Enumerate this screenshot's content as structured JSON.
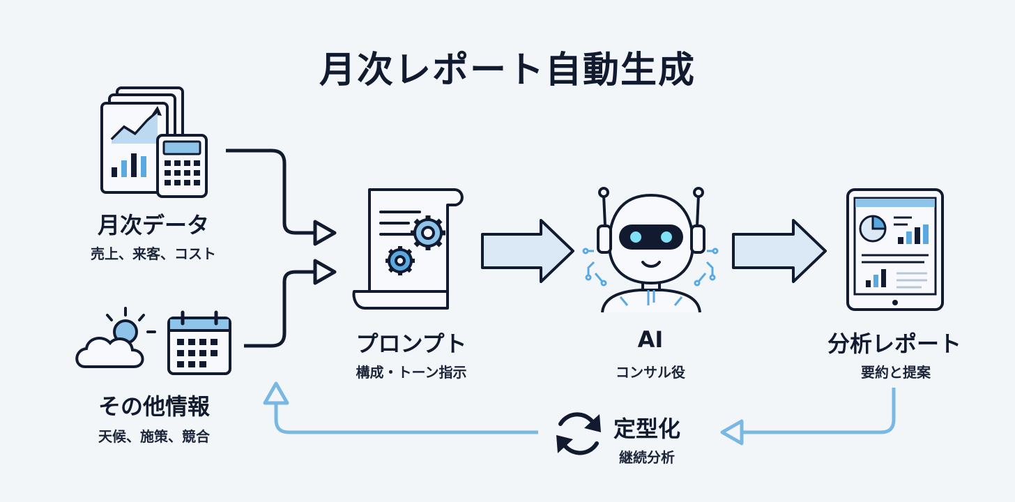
{
  "title": "月次レポート自動生成",
  "inputs": {
    "monthly": {
      "label": "月次データ",
      "sub": "売上、来客、コスト"
    },
    "other": {
      "label": "その他情報",
      "sub": "天候、施策、競合"
    }
  },
  "prompt": {
    "label": "プロンプト",
    "sub": "構成・トーン指示"
  },
  "ai": {
    "label": "AI",
    "sub": "コンサル役"
  },
  "report": {
    "label": "分析レポート",
    "sub": "要約と提案"
  },
  "loop": {
    "label": "定型化",
    "sub": "継続分析"
  },
  "colors": {
    "dark": "#111a2e",
    "accent": "#5aa8e0",
    "light_blue": "#dbe8f6",
    "feedback": "#7ab8e4",
    "background": "#f3f6f9"
  },
  "icons": {
    "monthly": "report-calculator-icon",
    "other": "weather-calendar-icon",
    "prompt": "document-gears-icon",
    "ai": "robot-icon",
    "report": "tablet-report-icon",
    "loop": "refresh-cycle-icon"
  }
}
